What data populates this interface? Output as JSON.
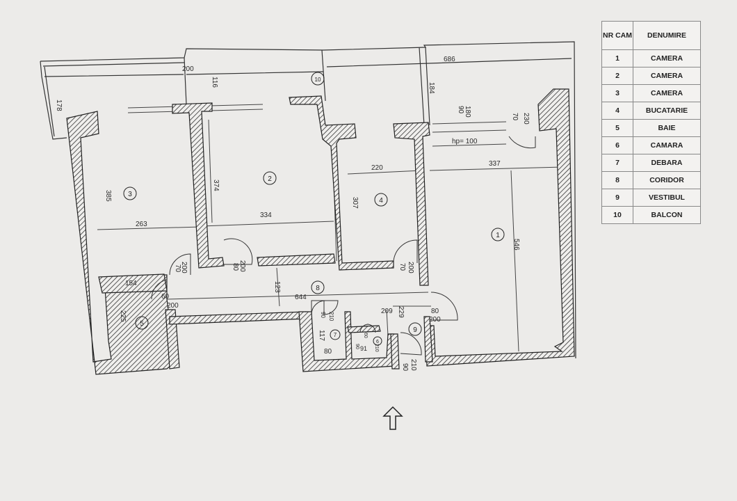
{
  "legend": {
    "header_nr": "NR CAM",
    "header_name": "DENUMIRE",
    "rows": [
      {
        "nr": "1",
        "name": "CAMERA"
      },
      {
        "nr": "2",
        "name": "CAMERA"
      },
      {
        "nr": "3",
        "name": "CAMERA"
      },
      {
        "nr": "4",
        "name": "BUCATARIE"
      },
      {
        "nr": "5",
        "name": "BAIE"
      },
      {
        "nr": "6",
        "name": "CAMARA"
      },
      {
        "nr": "7",
        "name": "DEBARA"
      },
      {
        "nr": "8",
        "name": "CORIDOR"
      },
      {
        "nr": "9",
        "name": "VESTIBUL"
      },
      {
        "nr": "10",
        "name": "BALCON"
      }
    ]
  },
  "room_ids": [
    "1",
    "2",
    "3",
    "4",
    "5",
    "6",
    "7",
    "8",
    "9",
    "10"
  ],
  "dimensions": {
    "balcony_depth": "178",
    "balcony_len_1": "200",
    "balcony_len_2": "116",
    "balcony_len_3": "686",
    "balcony_len_4": "184",
    "window_1": "90",
    "window_1b": "180",
    "window_2": "70",
    "window_2b": "230",
    "hp": "hp= 100",
    "kitchen_width": "220",
    "room1_width": "337",
    "room1_length": "546",
    "room2_height": "374",
    "room2_width": "334",
    "room3_height": "385",
    "room3_width": "263",
    "kitchen_height": "307",
    "door_3_a": "70",
    "door_3_b": "200",
    "door_2_a": "80",
    "door_2_b": "200",
    "door_4_a": "70",
    "door_4_b": "200",
    "bath_width": "154",
    "bath_height": "225",
    "door_5_a": "60",
    "door_5_b": "200",
    "corridor_depth": "123",
    "corridor_length": "644",
    "vest_width": "209",
    "vest_depth": "229",
    "door_1_a": "80",
    "door_1_b": "200",
    "debara_1": "90",
    "debara_2": "210",
    "debara_3": "117",
    "debara_4": "80",
    "camara_1": "60",
    "camara_2": "91",
    "camara_3": "90",
    "camara_4": "210",
    "entry_1": "90",
    "entry_2": "210"
  }
}
